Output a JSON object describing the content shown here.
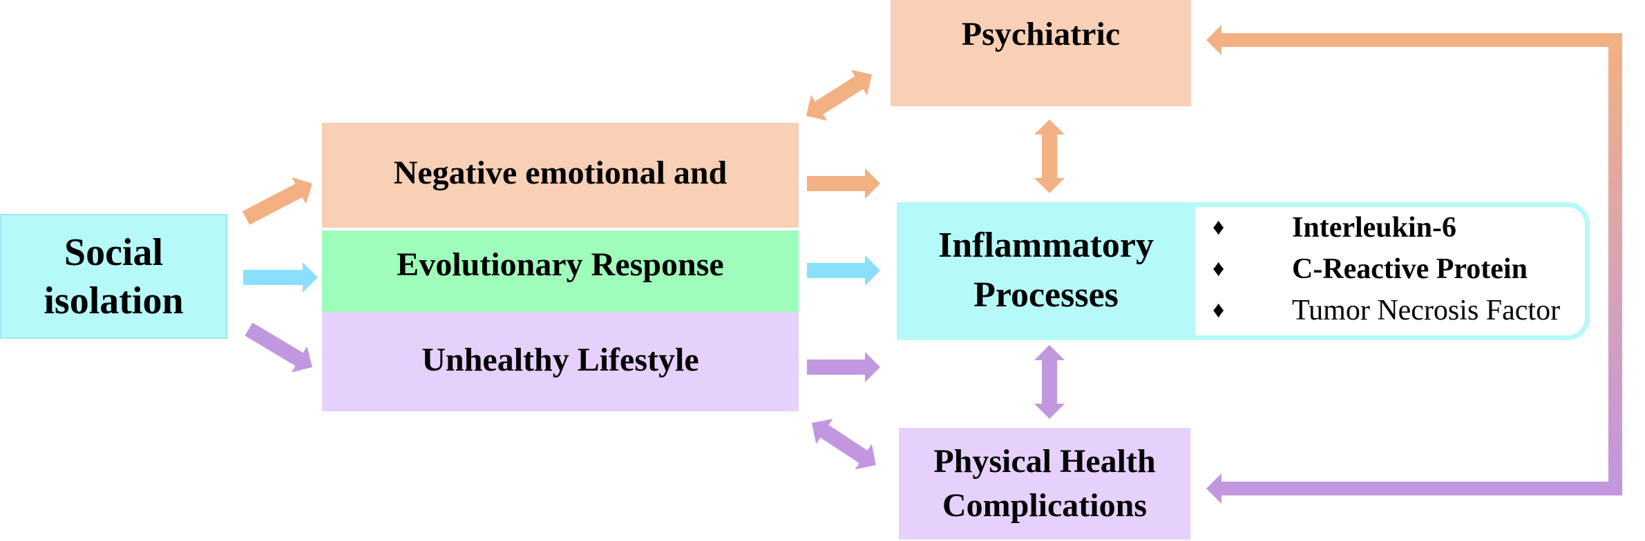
{
  "diagram": {
    "nodes": {
      "social_isolation": {
        "lines": [
          "Social",
          "isolation"
        ]
      },
      "negative_emotional": {
        "label": "Negative emotional and"
      },
      "evolutionary_response": {
        "label": "Evolutionary Response"
      },
      "unhealthy_lifestyle": {
        "label": "Unhealthy Lifestyle"
      },
      "psychiatric": {
        "label": "Psychiatric"
      },
      "inflammatory": {
        "lines": [
          "Inflammatory",
          "Processes"
        ]
      },
      "physical_health": {
        "lines": [
          "Physical Health",
          "Complications"
        ]
      }
    },
    "inflammatory_factors": [
      {
        "bullet": "♦",
        "label": "Interleukin-6",
        "weight": "bold"
      },
      {
        "bullet": "♦",
        "label": "C-Reactive Protein",
        "weight": "bold"
      },
      {
        "bullet": "♦",
        "label": "Tumor Necrosis Factor",
        "weight": "normal"
      }
    ],
    "edges": [
      {
        "from": "social_isolation",
        "to": "negative_emotional",
        "type": "arrow",
        "color": "orange"
      },
      {
        "from": "social_isolation",
        "to": "evolutionary_response",
        "type": "arrow",
        "color": "blue"
      },
      {
        "from": "social_isolation",
        "to": "unhealthy_lifestyle",
        "type": "arrow",
        "color": "purple"
      },
      {
        "from": "negative_emotional",
        "to": "psychiatric",
        "type": "double-arrow",
        "color": "orange"
      },
      {
        "from": "negative_emotional",
        "to": "inflammatory",
        "type": "arrow",
        "color": "orange"
      },
      {
        "from": "evolutionary_response",
        "to": "inflammatory",
        "type": "arrow",
        "color": "blue"
      },
      {
        "from": "unhealthy_lifestyle",
        "to": "inflammatory",
        "type": "arrow",
        "color": "purple"
      },
      {
        "from": "unhealthy_lifestyle",
        "to": "physical_health",
        "type": "double-arrow",
        "color": "purple"
      },
      {
        "from": "psychiatric",
        "to": "inflammatory",
        "type": "double-arrow",
        "color": "orange"
      },
      {
        "from": "inflammatory",
        "to": "physical_health",
        "type": "double-arrow",
        "color": "purple"
      },
      {
        "from": "physical_health",
        "to": "psychiatric",
        "type": "feedback-loop",
        "color": "gradient purple-orange"
      }
    ],
    "colors": {
      "cyan_box": "#b5f9f9",
      "peach_box": "#f8d0b5",
      "green_box": "#9efdbb",
      "lavender_box": "#e6d0fc",
      "orange_arrow": "#f2b083",
      "blue_arrow": "#8ae0fc",
      "purple_arrow": "#c197df"
    }
  }
}
